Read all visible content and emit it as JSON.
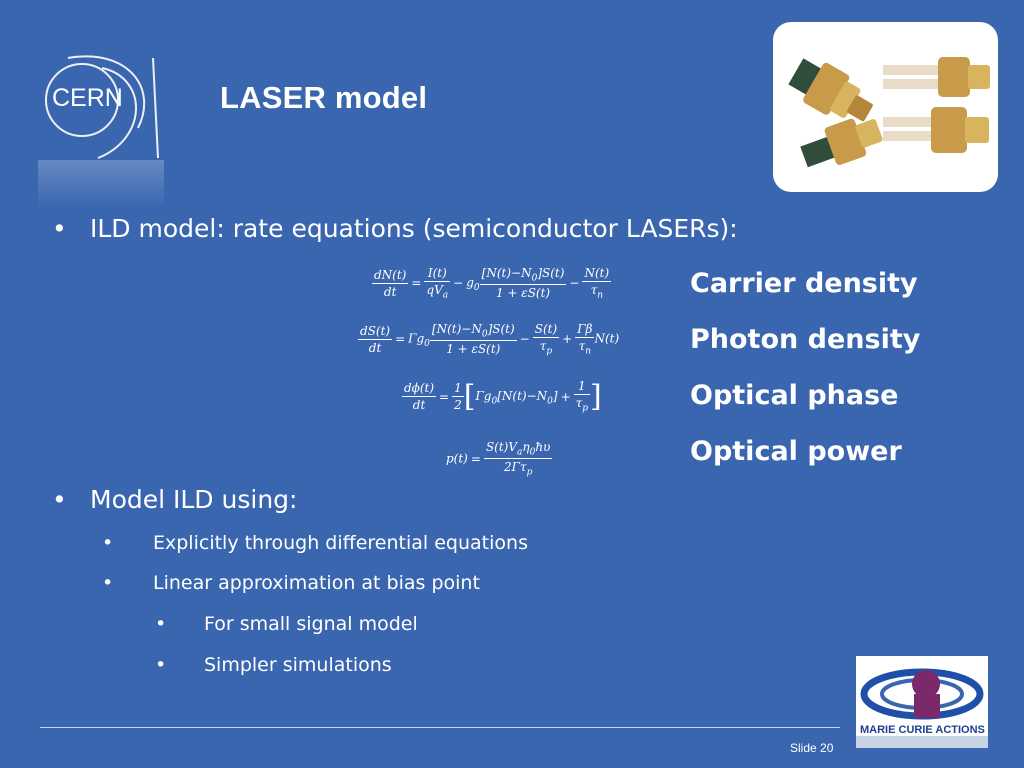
{
  "header": {
    "logo_text": "CERN",
    "title": "LASER model"
  },
  "bullets": {
    "b1": "ILD model: rate equations (semiconductor LASERs):",
    "b2": "Model ILD using:",
    "b2_sub1": "Explicitly through differential equations",
    "b2_sub2": "Linear approximation at bias point",
    "b2_sub2_a": "For small signal model",
    "b2_sub2_b": "Simpler simulations"
  },
  "equations": {
    "labels": [
      "Carrier density",
      "Photon density",
      "Optical phase",
      "Optical power"
    ]
  },
  "footer": {
    "slide_label": "Slide 20",
    "mc_logo_text": "MARIE CURIE ACTIONS"
  },
  "colors": {
    "background": "#3a66b0",
    "text": "#ffffff"
  }
}
